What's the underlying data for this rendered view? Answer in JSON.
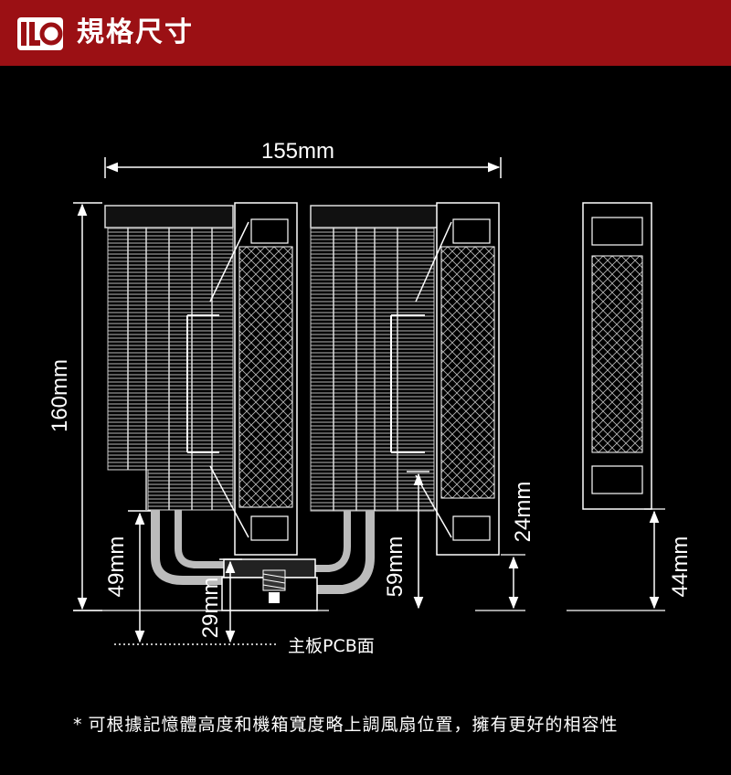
{
  "header": {
    "title": "規格尺寸",
    "accent": "#9b1014"
  },
  "dimensions": {
    "width": "155mm",
    "height": "160mm",
    "ram_left": "49mm",
    "ram_center": "29mm",
    "fan_left_clearance": "59mm",
    "fan_right_clearance": "24mm",
    "side_fan": "44mm",
    "pcb": "主板PCB面"
  },
  "note": "可根據記憶體高度和機箱寬度略上調風扇位置，擁有更好的相容性"
}
